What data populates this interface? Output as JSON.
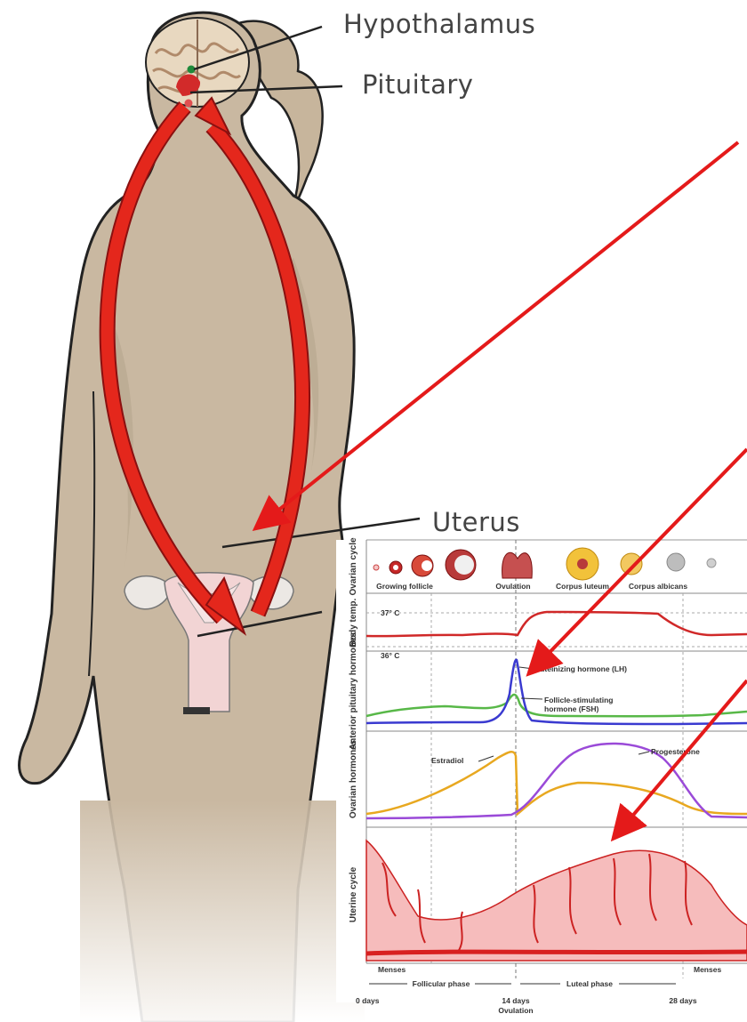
{
  "labels": {
    "hypothalamus": "Hypothalamus",
    "pituitary": "Pituitary",
    "uterus": "Uterus"
  },
  "cycle_chart": {
    "rows": {
      "ovarian_cycle": "Ovarian cycle",
      "body_temp": "Body temp.",
      "anterior_pituitary": "Anterior pituitary hormones",
      "ovarian_hormones": "Ovarian hormones",
      "uterine_cycle": "Uterine cycle"
    },
    "stages": {
      "growing_follicle": "Growing follicle",
      "ovulation": "Ovulation",
      "corpus_luteum": "Corpus luteum",
      "corpus_albicans": "Corpus albicans"
    },
    "temps": {
      "high": "37° C",
      "low": "36° C"
    },
    "hormones": {
      "lh": "Luteinizing hormone (LH)",
      "fsh_line1": "Follicle-stimulating",
      "fsh_line2": "hormone (FSH)",
      "estradiol": "Estradiol",
      "progesterone": "Progesterone"
    },
    "phases": {
      "menses_left": "Menses",
      "menses_right": "Menses",
      "follicular": "Follicular phase",
      "luteal": "Luteal phase"
    },
    "days": {
      "d0": "0 days",
      "d14": "14 days",
      "d14_sub": "Ovulation",
      "d28": "28 days"
    },
    "colors": {
      "lh": "#3a3ad0",
      "fsh": "#58b848",
      "estradiol": "#e8a820",
      "progesterone": "#9a4ad8",
      "temperature": "#d02828",
      "arrow": "#e4271c"
    }
  }
}
